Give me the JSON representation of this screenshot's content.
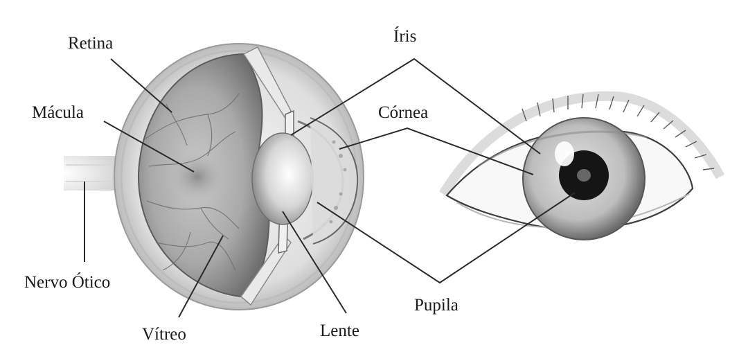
{
  "labels": {
    "retina": "Retina",
    "macula": "Mácula",
    "nervo_otico": "Nervo Ótico",
    "vitreo": "Vítreo",
    "lente": "Lente",
    "iris": "Íris",
    "cornea": "Córnea",
    "pupila": "Pupila"
  },
  "illustrations": {
    "left": "eyeball-cross-section",
    "right": "external-eye"
  }
}
